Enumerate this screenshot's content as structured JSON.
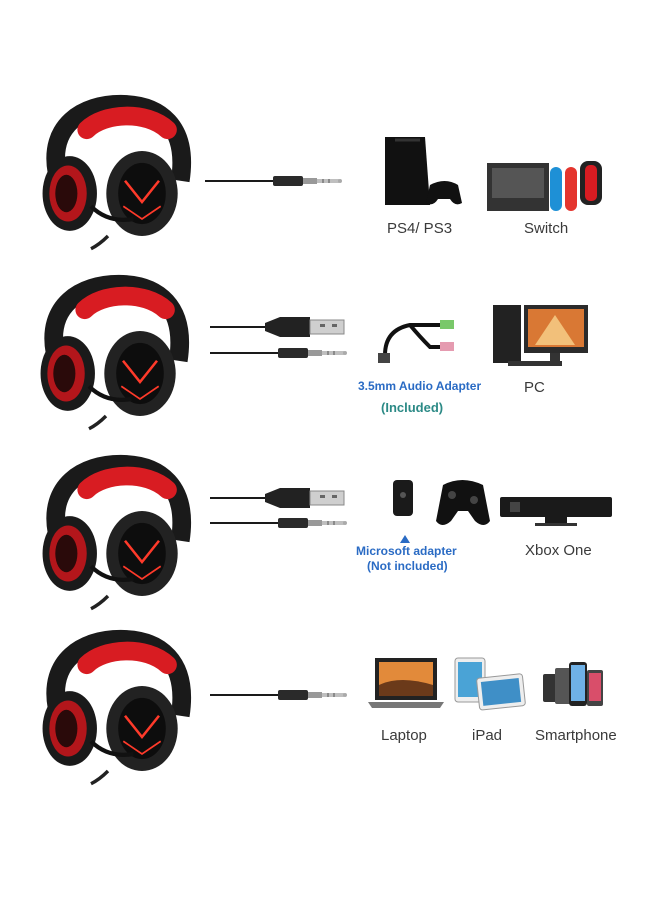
{
  "rows": [
    {
      "labels": {
        "ps": "PS4/ PS3",
        "switch": "Switch"
      }
    },
    {
      "adapter": {
        "name": "3.5mm Audio Adapter",
        "note": "(Included)"
      },
      "labels": {
        "pc": "PC"
      }
    },
    {
      "adapter": {
        "name": "Microsoft adapter",
        "note": "(Not included)"
      },
      "labels": {
        "xbox": "Xbox One"
      }
    },
    {
      "labels": {
        "laptop": "Laptop",
        "ipad": "iPad",
        "smartphone": "Smartphone"
      }
    }
  ],
  "icons": {
    "headset": "headset-icon",
    "jack": "aux-jack-icon",
    "usb": "usb-plug-icon",
    "ps4": "ps4-console-icon",
    "switch": "nintendo-switch-icon",
    "splitter": "audio-splitter-icon",
    "pc": "desktop-pc-icon",
    "xbox_adapter": "xbox-adapter-icon",
    "controller": "game-controller-icon",
    "kinect": "kinect-sensor-icon",
    "laptop": "laptop-icon",
    "ipad": "tablet-icon",
    "phone": "smartphone-icon"
  },
  "colors": {
    "headset_red": "#d81c22",
    "headset_black": "#1a1a1a",
    "led_red": "#ff3a2a",
    "label_text": "#3a3a3a",
    "adapter_blue": "#2a6bc4",
    "adapter_teal": "#2c8a86"
  }
}
